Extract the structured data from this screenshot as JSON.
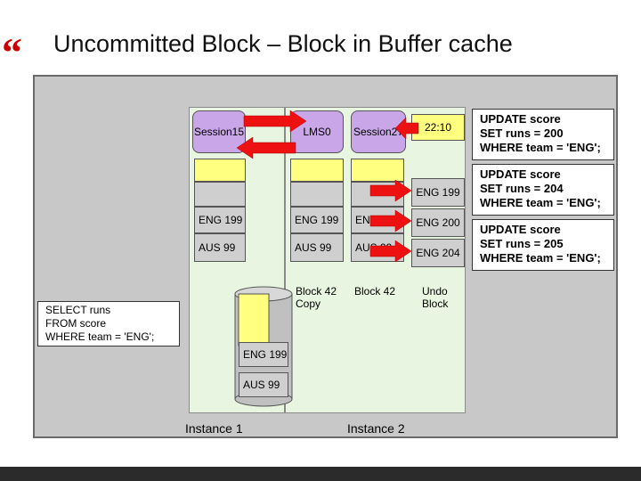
{
  "slide": {
    "quote_mark": "“",
    "title": "Uncommitted Block – Block in Buffer cache"
  },
  "instance1": {
    "session": "Session15",
    "blocks": [
      "ENG 199",
      "AUS 99"
    ],
    "label": "Instance 1"
  },
  "instance2": {
    "lms": "LMS0",
    "lms_blocks": [
      "ENG 199",
      "AUS 99"
    ],
    "lms_block_label": "Block 42\nCopy",
    "session": "Session27",
    "session_blocks": [
      "ENG 206",
      "AUS 99"
    ],
    "session_block_label": "Block 42",
    "timestamp": "22:10",
    "undo_blocks": [
      "ENG 199",
      "ENG 200",
      "ENG 204"
    ],
    "undo_label": "Undo\nBlock",
    "label": "Instance 2"
  },
  "disk": {
    "rows": [
      "ENG 199",
      "AUS 99"
    ]
  },
  "select_query": "SELECT runs\nFROM score\nWHERE team = 'ENG';",
  "updates": [
    "UPDATE score\nSET runs = 200\nWHERE team = 'ENG';",
    "UPDATE score\nSET runs = 204\nWHERE team = 'ENG';",
    "UPDATE score\nSET runs = 205\nWHERE team = 'ENG';"
  ],
  "colors": {
    "accent": "#cc0000",
    "arrow": "#ee1111",
    "panel": "#e8f5e0",
    "session": "#c8a6e8",
    "block_yellow": "#ffff80",
    "disk": "#c0c0c0"
  }
}
